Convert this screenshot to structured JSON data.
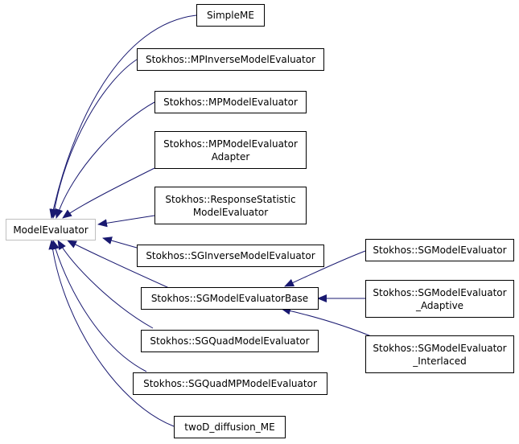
{
  "diagram": {
    "colors": {
      "edge": "#191970",
      "node_border": "#000000",
      "base_border": "#bfbfbf"
    },
    "nodes": {
      "model_evaluator": {
        "label": [
          "ModelEvaluator"
        ]
      },
      "simple_me": {
        "label": [
          "SimpleME"
        ]
      },
      "mp_inverse": {
        "label": [
          "Stokhos::MPInverseModelEvaluator"
        ]
      },
      "mp_model": {
        "label": [
          "Stokhos::MPModelEvaluator"
        ]
      },
      "mp_adapter": {
        "label": [
          "Stokhos::MPModelEvaluator",
          "Adapter"
        ]
      },
      "response_statistic": {
        "label": [
          "Stokhos::ResponseStatistic",
          "ModelEvaluator"
        ]
      },
      "sg_inverse": {
        "label": [
          "Stokhos::SGInverseModelEvaluator"
        ]
      },
      "sg_base": {
        "label": [
          "Stokhos::SGModelEvaluatorBase"
        ]
      },
      "sg_quad": {
        "label": [
          "Stokhos::SGQuadModelEvaluator"
        ]
      },
      "sg_quad_mp": {
        "label": [
          "Stokhos::SGQuadMPModelEvaluator"
        ]
      },
      "twod_diffusion": {
        "label": [
          "twoD_diffusion_ME"
        ]
      },
      "sg_model": {
        "label": [
          "Stokhos::SGModelEvaluator"
        ]
      },
      "sg_adaptive": {
        "label": [
          "Stokhos::SGModelEvaluator",
          "_Adaptive"
        ]
      },
      "sg_interlaced": {
        "label": [
          "Stokhos::SGModelEvaluator",
          "_Interlaced"
        ]
      }
    },
    "edges": [
      {
        "from": "simple_me",
        "to": "model_evaluator"
      },
      {
        "from": "mp_inverse",
        "to": "model_evaluator"
      },
      {
        "from": "mp_model",
        "to": "model_evaluator"
      },
      {
        "from": "mp_adapter",
        "to": "model_evaluator"
      },
      {
        "from": "response_statistic",
        "to": "model_evaluator"
      },
      {
        "from": "sg_inverse",
        "to": "model_evaluator"
      },
      {
        "from": "sg_base",
        "to": "model_evaluator"
      },
      {
        "from": "sg_quad",
        "to": "model_evaluator"
      },
      {
        "from": "sg_quad_mp",
        "to": "model_evaluator"
      },
      {
        "from": "twod_diffusion",
        "to": "model_evaluator"
      },
      {
        "from": "sg_model",
        "to": "sg_base"
      },
      {
        "from": "sg_adaptive",
        "to": "sg_base"
      },
      {
        "from": "sg_interlaced",
        "to": "sg_base"
      }
    ]
  }
}
